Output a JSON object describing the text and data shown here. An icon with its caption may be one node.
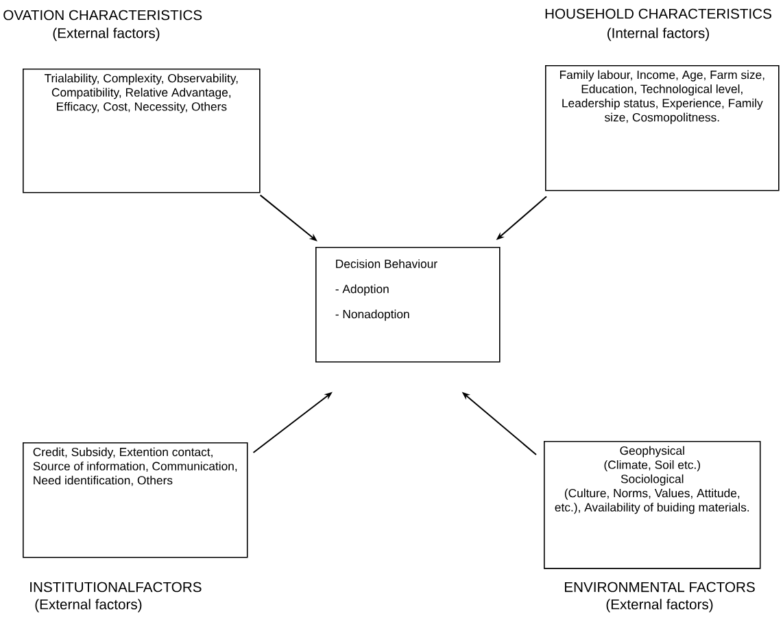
{
  "diagram": {
    "nodes": [
      {
        "text": [
          "OVATION CHARACTERISTICS",
          "(External factors)",
          "Trialability, Complexity, Observability, Compatibility, Relative Advantage, Efficacy, Cost, Necessity, Others"
        ]
      },
      {
        "text": [
          "HOUSEHOLD CHARACTERISTICS",
          "(Internal factors)",
          "Family labour, Income, Age, Farm size, Education, Technological level, Leadership status, Experience, Family size, Cosmopolitness."
        ]
      },
      {
        "text": [
          "Decision Behaviour",
          "- Adoption",
          "- Nonadoption"
        ]
      },
      {
        "text": [
          "Credit, Subsidy, Extention contact, Source of information, Communication, Need identification, Others",
          "INSTITUTIONALFACTORS",
          "(External factors)"
        ]
      },
      {
        "text": [
          "Geophysical",
          "(Climate, Soil etc.)",
          "Sociological",
          "(Culture, Norms, Values, Attitude, etc.), Availability of buiding materials.",
          "ENVIRONMENTAL FACTORS",
          "(External factors)"
        ]
      }
    ],
    "edges": [
      {
        "from": 0,
        "to": 2,
        "arrow": "to"
      },
      {
        "from": 1,
        "to": 2,
        "arrow": "to"
      },
      {
        "from": 3,
        "to": 2,
        "arrow": "to"
      },
      {
        "from": 4,
        "to": 2,
        "arrow": "to"
      }
    ]
  }
}
